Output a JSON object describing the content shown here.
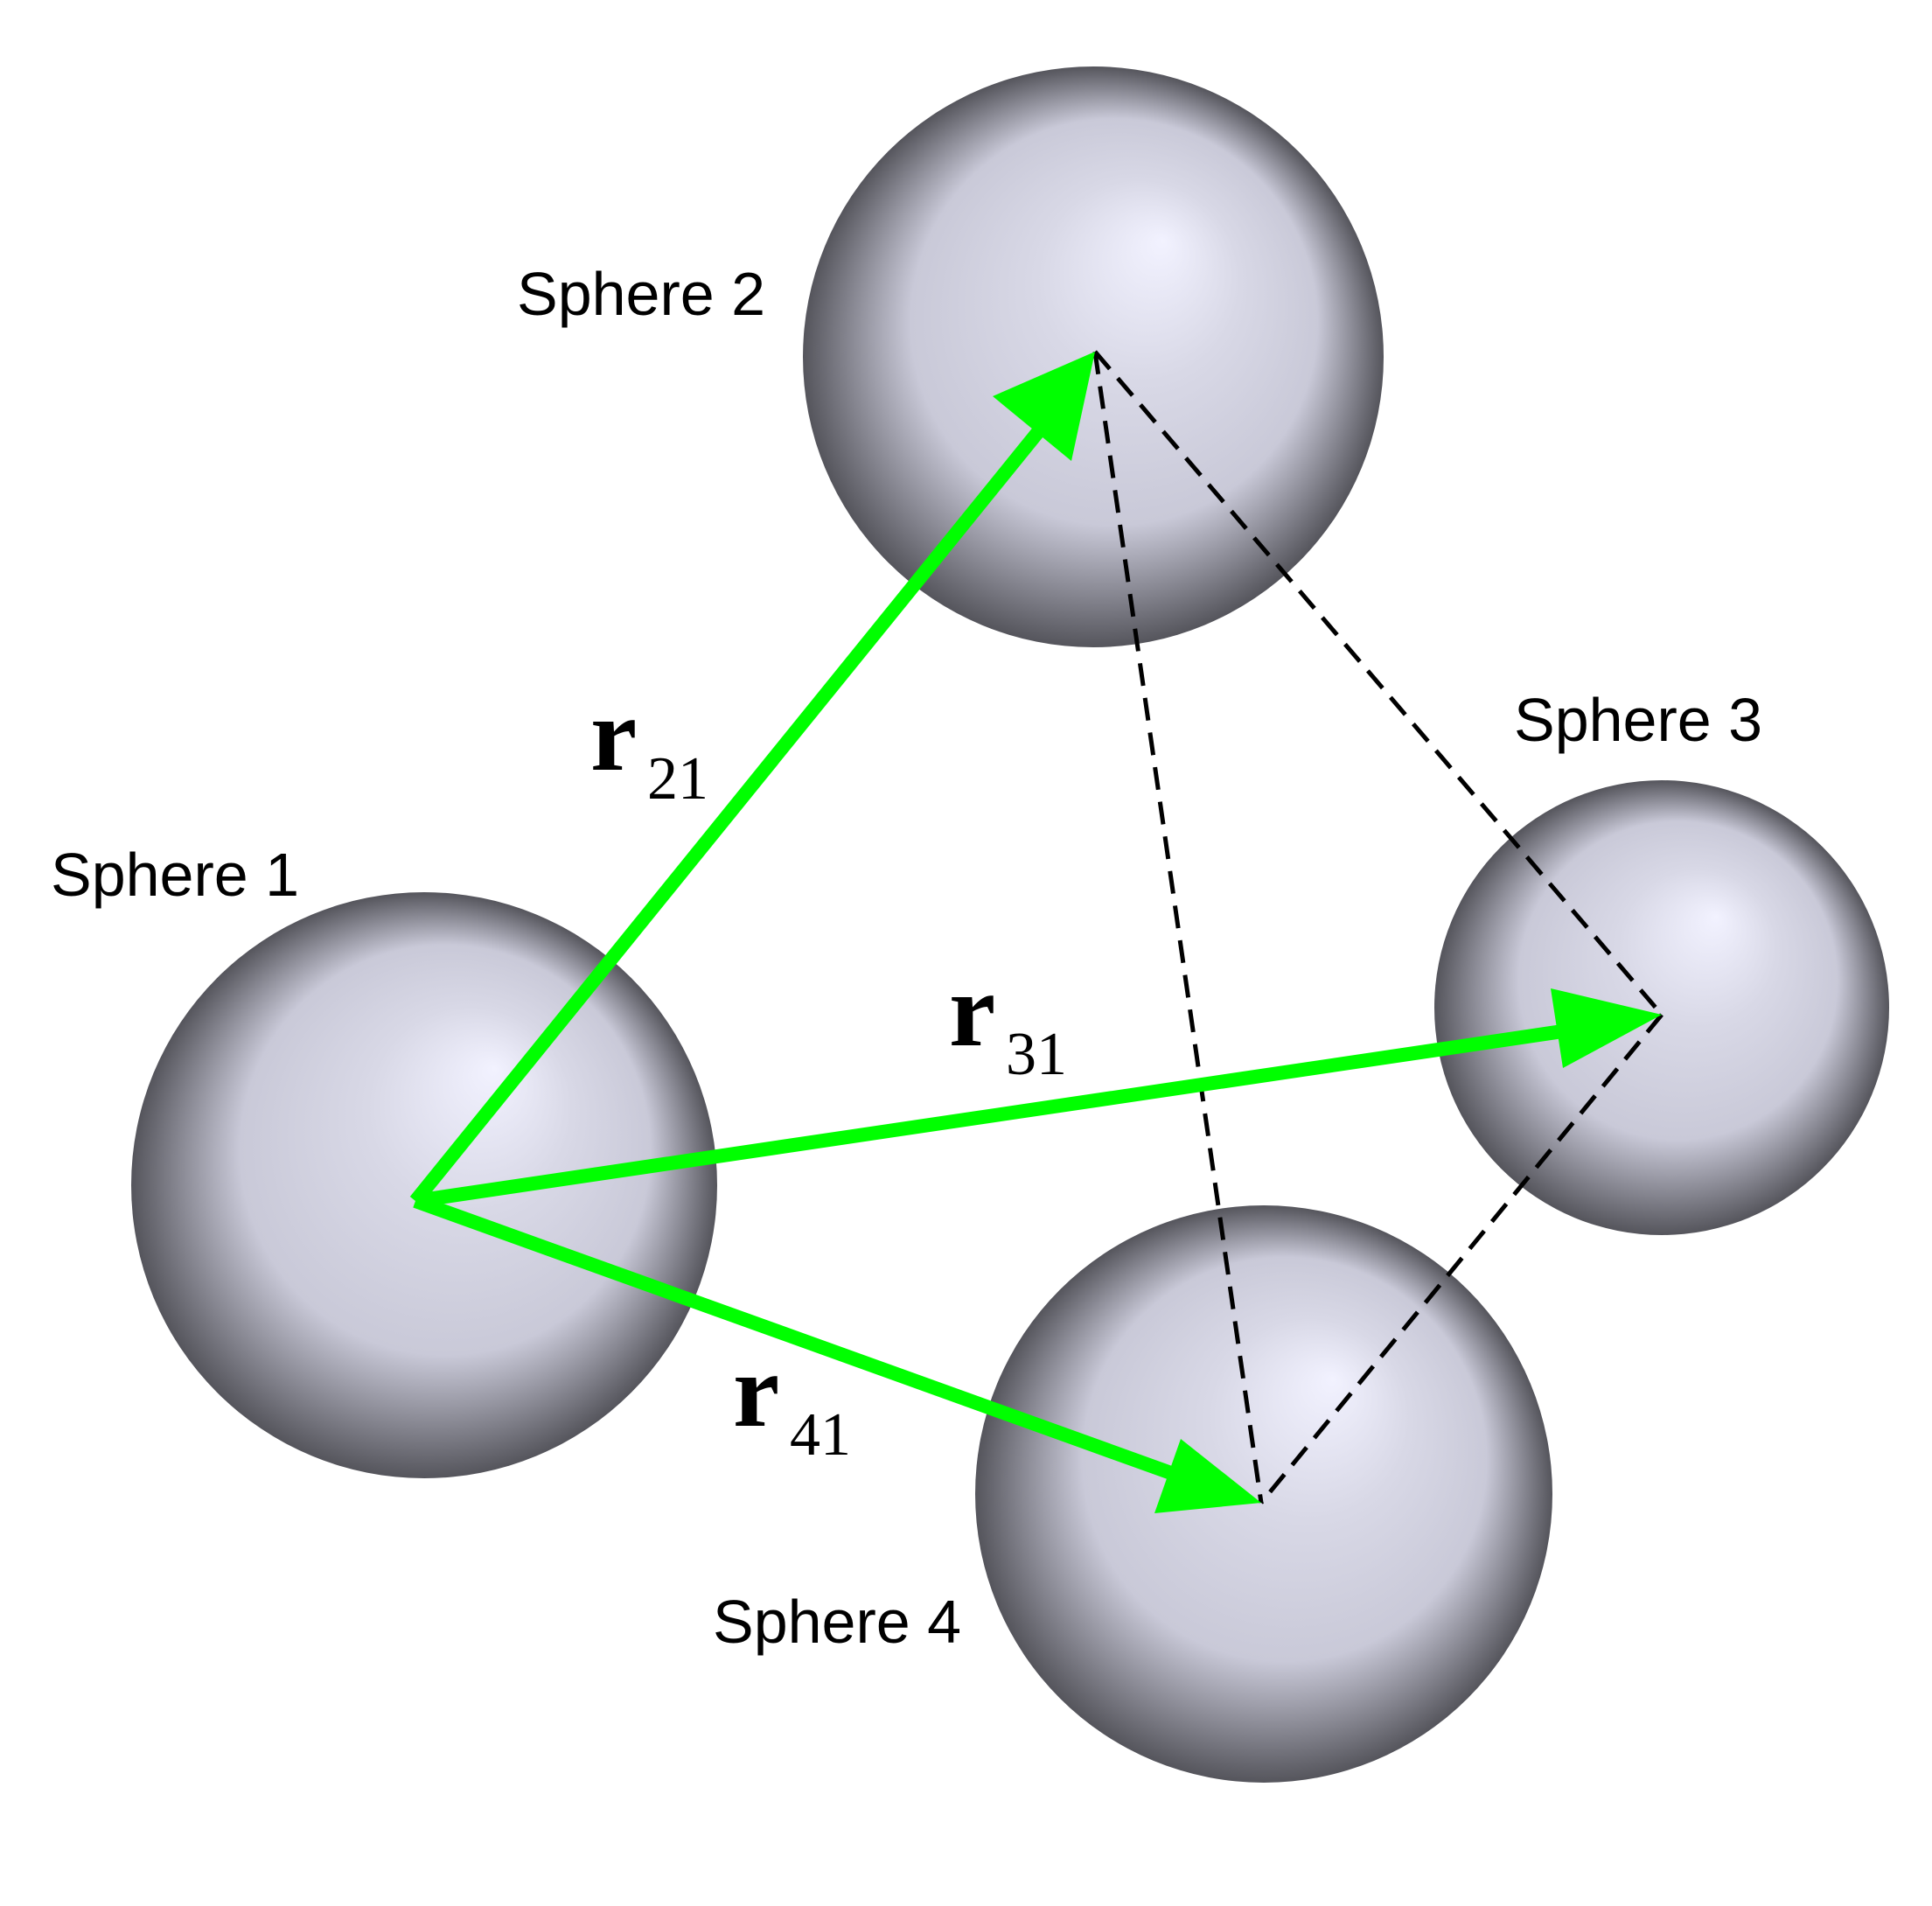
{
  "colors": {
    "background": "#ffffff",
    "vector": "#00ff00",
    "edge": "#000000",
    "sphere_highlight": "#f2f2ff",
    "sphere_mid": "#c9c9d8",
    "sphere_shadow": "#55555c"
  },
  "spheres": [
    {
      "id": "sphere1",
      "label": "Sphere 1"
    },
    {
      "id": "sphere2",
      "label": "Sphere 2"
    },
    {
      "id": "sphere3",
      "label": "Sphere 3"
    },
    {
      "id": "sphere4",
      "label": "Sphere 4"
    }
  ],
  "vectors": [
    {
      "id": "r21",
      "symbol": "r",
      "subscript": "21",
      "from": "Sphere 1",
      "to": "Sphere 2"
    },
    {
      "id": "r31",
      "symbol": "r",
      "subscript": "31",
      "from": "Sphere 1",
      "to": "Sphere 3"
    },
    {
      "id": "r41",
      "symbol": "r",
      "subscript": "41",
      "from": "Sphere 1",
      "to": "Sphere 4"
    }
  ],
  "dashed_edges": [
    {
      "from": "Sphere 2",
      "to": "Sphere 3"
    },
    {
      "from": "Sphere 2",
      "to": "Sphere 4"
    },
    {
      "from": "Sphere 3",
      "to": "Sphere 4"
    }
  ]
}
